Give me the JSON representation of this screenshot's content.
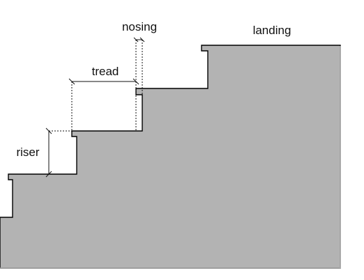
{
  "colors": {
    "stair_fill": "#b3b3b3",
    "outline": "#000000",
    "background": "#ffffff"
  },
  "labels": {
    "nosing": "nosing",
    "landing": "landing",
    "tread": "tread",
    "riser": "riser"
  }
}
